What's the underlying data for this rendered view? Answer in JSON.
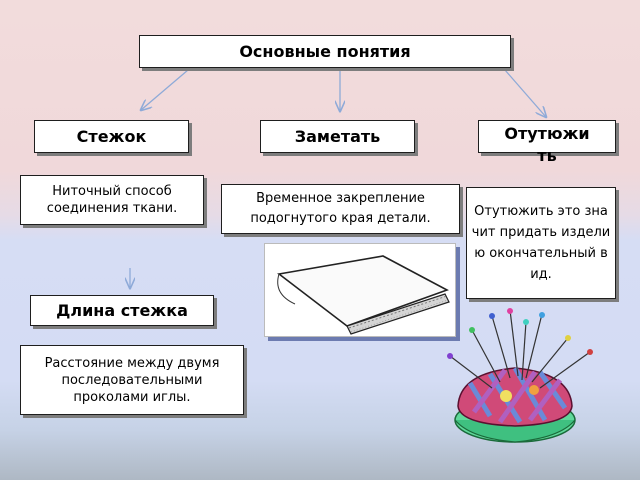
{
  "title": "Основные понятия",
  "nodes": {
    "stezhok": "Стежок",
    "zametat": "Заметать",
    "otutyuzhit": "Отутюжи\nть"
  },
  "descriptions": {
    "stezhok": "Ниточный способ соединения ткани.",
    "zametat": "Временное закрепление  подогнутого края детали.",
    "otutyuzhit": "Отутюжить это значит придать изделию окончательный вид."
  },
  "subnode": {
    "label": "Длина стежка",
    "description": "Расстояние между двумя последовательными проколами иглы."
  },
  "colors": {
    "arrow": "#8eaad8",
    "border": "#1e1e1e",
    "shadow": "#7d7d7d"
  },
  "icons": [
    "folded-fabric-image",
    "pincushion-image"
  ]
}
